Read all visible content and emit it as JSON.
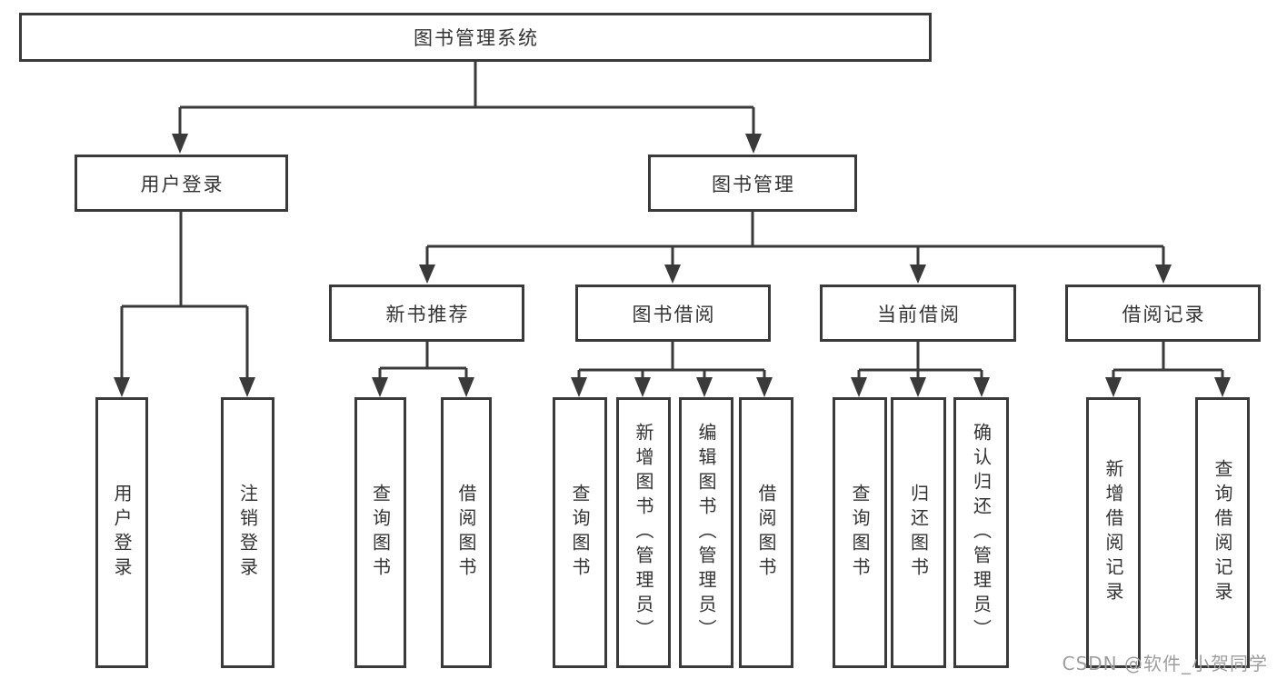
{
  "tree": {
    "root": {
      "label": "图书管理系统"
    },
    "groups": [
      {
        "label": "用户登录",
        "children": [
          {
            "label": "用户登录"
          },
          {
            "label": "注销登录"
          }
        ]
      },
      {
        "label": "图书管理",
        "sections": [
          {
            "label": "新书推荐",
            "children": [
              {
                "label": "查询图书"
              },
              {
                "label": "借阅图书"
              }
            ]
          },
          {
            "label": "图书借阅",
            "children": [
              {
                "label": "查询图书"
              },
              {
                "label": "新增图书（管理员）"
              },
              {
                "label": "编辑图书（管理员）"
              },
              {
                "label": "借阅图书"
              }
            ]
          },
          {
            "label": "当前借阅",
            "children": [
              {
                "label": "查询图书"
              },
              {
                "label": "归还图书"
              },
              {
                "label": "确认归还（管理员）"
              }
            ]
          },
          {
            "label": "借阅记录",
            "children": [
              {
                "label": "新增借阅记录"
              },
              {
                "label": "查询借阅记录"
              }
            ]
          }
        ]
      }
    ]
  },
  "watermark": {
    "text": "CSDN @软件_小贺同学"
  },
  "colors": {
    "line": "#3a3a3a",
    "box_border": "#3a3a3a",
    "text": "#333333",
    "watermark": "#9e9e9e",
    "background": "#ffffff"
  }
}
